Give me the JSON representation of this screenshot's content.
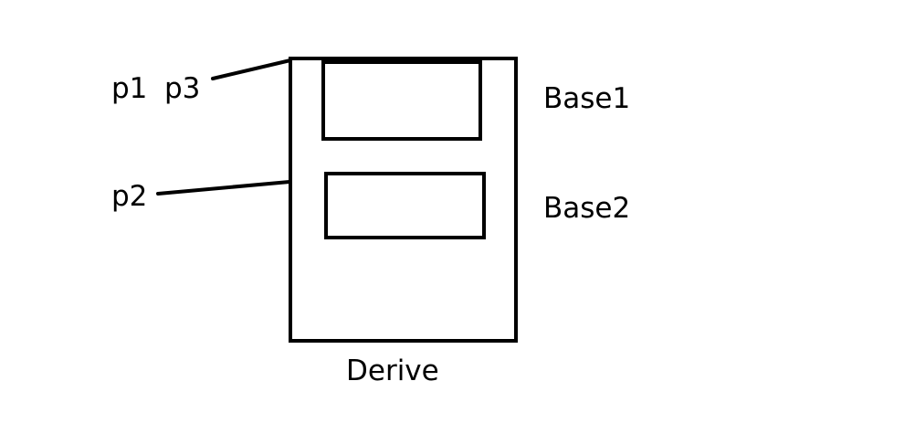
{
  "diagram": {
    "labels": {
      "p1": "p1",
      "p3": "p3",
      "p2": "p2",
      "base1": "Base1",
      "base2": "Base2",
      "derive": "Derive"
    },
    "stroke_color": "#000000",
    "background_color": "#ffffff"
  }
}
